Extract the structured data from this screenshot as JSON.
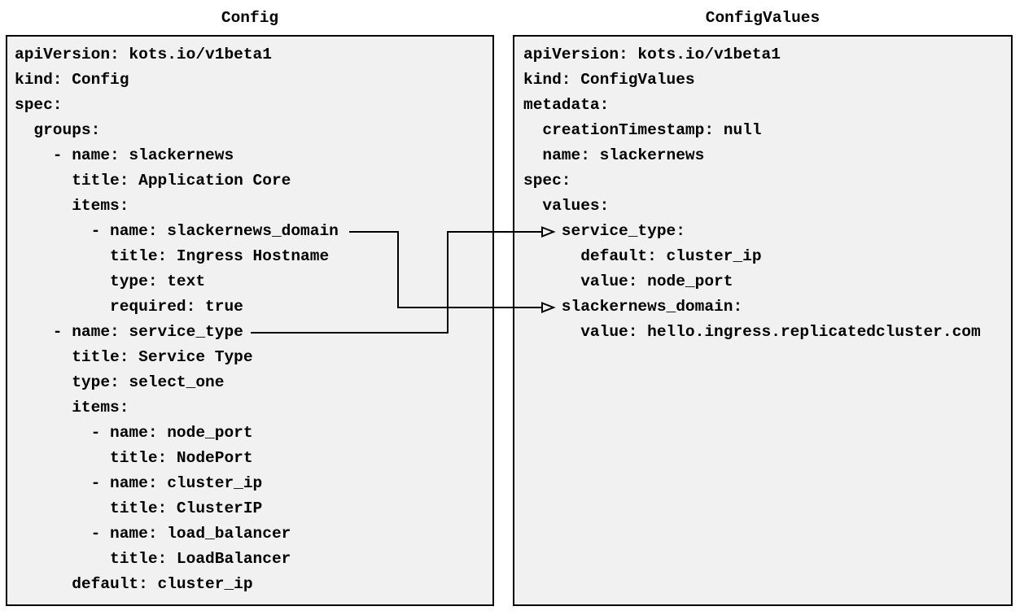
{
  "diagram": {
    "left_panel": {
      "title": "Config",
      "lines": [
        "apiVersion: kots.io/v1beta1",
        "kind: Config",
        "spec:",
        "  groups:",
        "    - name: slackernews",
        "      title: Application Core",
        "      items:",
        "        - name: slackernews_domain",
        "          title: Ingress Hostname",
        "          type: text",
        "          required: true",
        "    - name: service_type",
        "      title: Service Type",
        "      type: select_one",
        "      items:",
        "        - name: node_port",
        "          title: NodePort",
        "        - name: cluster_ip",
        "          title: ClusterIP",
        "        - name: load_balancer",
        "          title: LoadBalancer",
        "      default: cluster_ip"
      ]
    },
    "right_panel": {
      "title": "ConfigValues",
      "lines": [
        "apiVersion: kots.io/v1beta1",
        "kind: ConfigValues",
        "metadata:",
        "  creationTimestamp: null",
        "  name: slackernews",
        "spec:",
        "  values:",
        "    service_type:",
        "      default: cluster_ip",
        "      value: node_port",
        "    slackernews_domain:",
        "      value: hello.ingress.replicatedcluster.com"
      ]
    },
    "connections": [
      {
        "from": "Config item slackernews_domain",
        "to": "ConfigValues value slackernews_domain"
      },
      {
        "from": "Config item service_type",
        "to": "ConfigValues value service_type"
      }
    ],
    "colors": {
      "panel_background": "#f1f1f1",
      "panel_border": "#000000",
      "text": "#000000",
      "connector": "#000000"
    }
  }
}
